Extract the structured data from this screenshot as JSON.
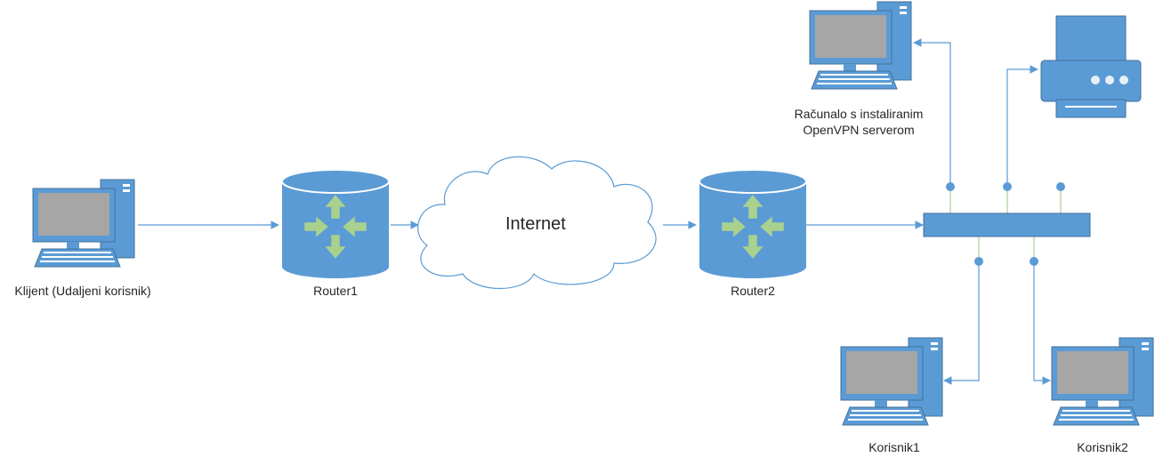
{
  "nodes": {
    "client": "Klijent (Udaljeni korisnik)",
    "router1": "Router1",
    "internet": "Internet",
    "router2": "Router2",
    "server_line1": "Računalo s instaliranim",
    "server_line2": "OpenVPN serverom",
    "user1": "Korisnik1",
    "user2": "Korisnik2"
  },
  "colors": {
    "device": "#5b9bd5",
    "device_dark": "#41719c",
    "screen": "#a6a6a6",
    "arrow": "#a9d18e",
    "line": "#5b9bd5",
    "cloud_stroke": "#5b9bd5"
  },
  "icons": {
    "computer": "desktop-computer-icon",
    "router": "router-icon",
    "cloud": "cloud-icon",
    "switch": "switch-icon",
    "printer": "printer-icon"
  }
}
